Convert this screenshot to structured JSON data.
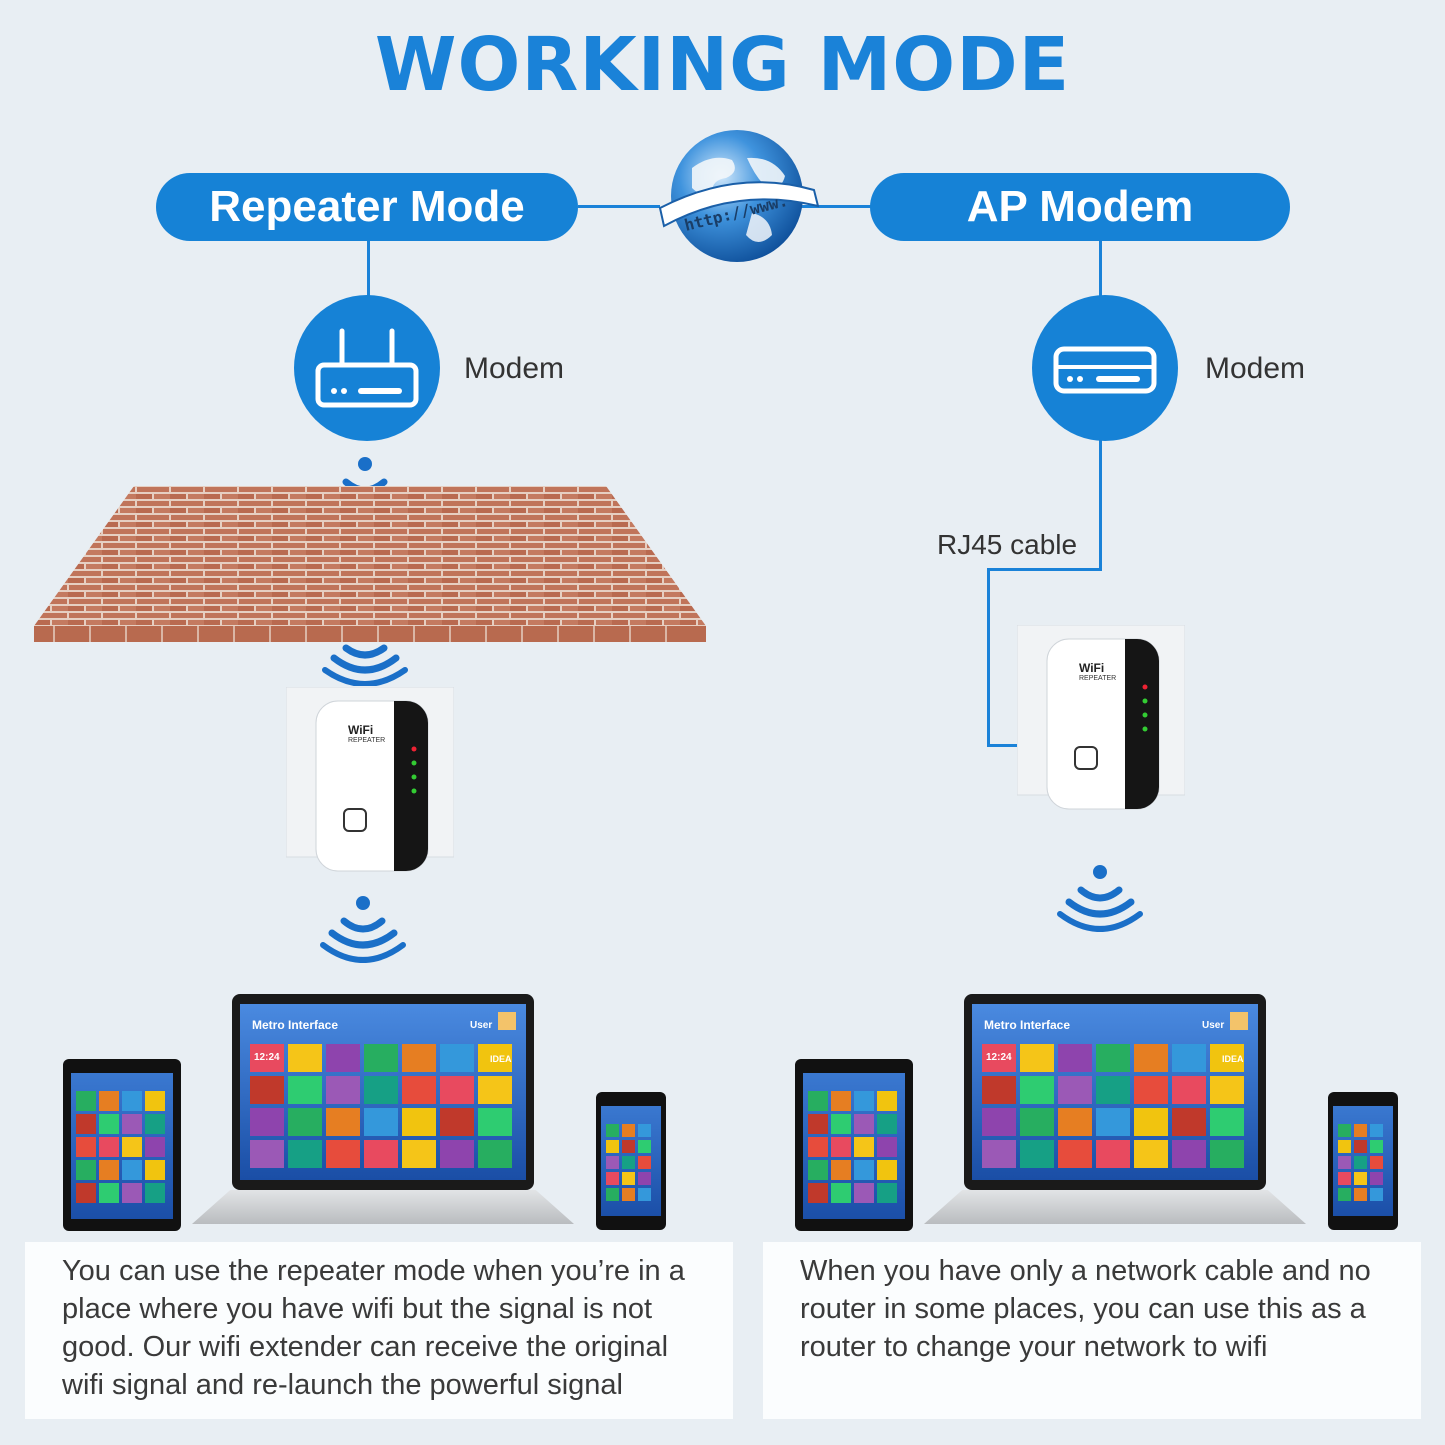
{
  "title": "WORKING MODE",
  "repeater": {
    "pill_label": "Repeater Mode",
    "modem_label": "Modem",
    "description": "You can use the repeater mode when you’re in a place where you have wifi but the signal is not good. Our wifi extender can receive the original wifi signal and re-launch the powerful signal"
  },
  "ap": {
    "pill_label": "AP Modem",
    "modem_label": "Modem",
    "cable_label": "RJ45 cable",
    "description": "When you have only a network cable and no router in some places, you can use this as a router to change your network to wifi"
  },
  "globe": {
    "banner": "http://www."
  },
  "extender": {
    "brand": "WiFi",
    "sub": "REPEATER"
  },
  "screens": {
    "laptop_title": "Metro Interface",
    "user_label": "User",
    "clock": "12:24",
    "tile_label": "IDEA"
  },
  "colors": {
    "accent": "#1682d6",
    "background": "#e8eef3",
    "brick": "#c0745a"
  },
  "icons": [
    "globe-icon",
    "router-icon",
    "modem-icon",
    "wifi-signal-icon",
    "brick-wall",
    "wifi-extender",
    "laptop",
    "tablet",
    "phone"
  ]
}
